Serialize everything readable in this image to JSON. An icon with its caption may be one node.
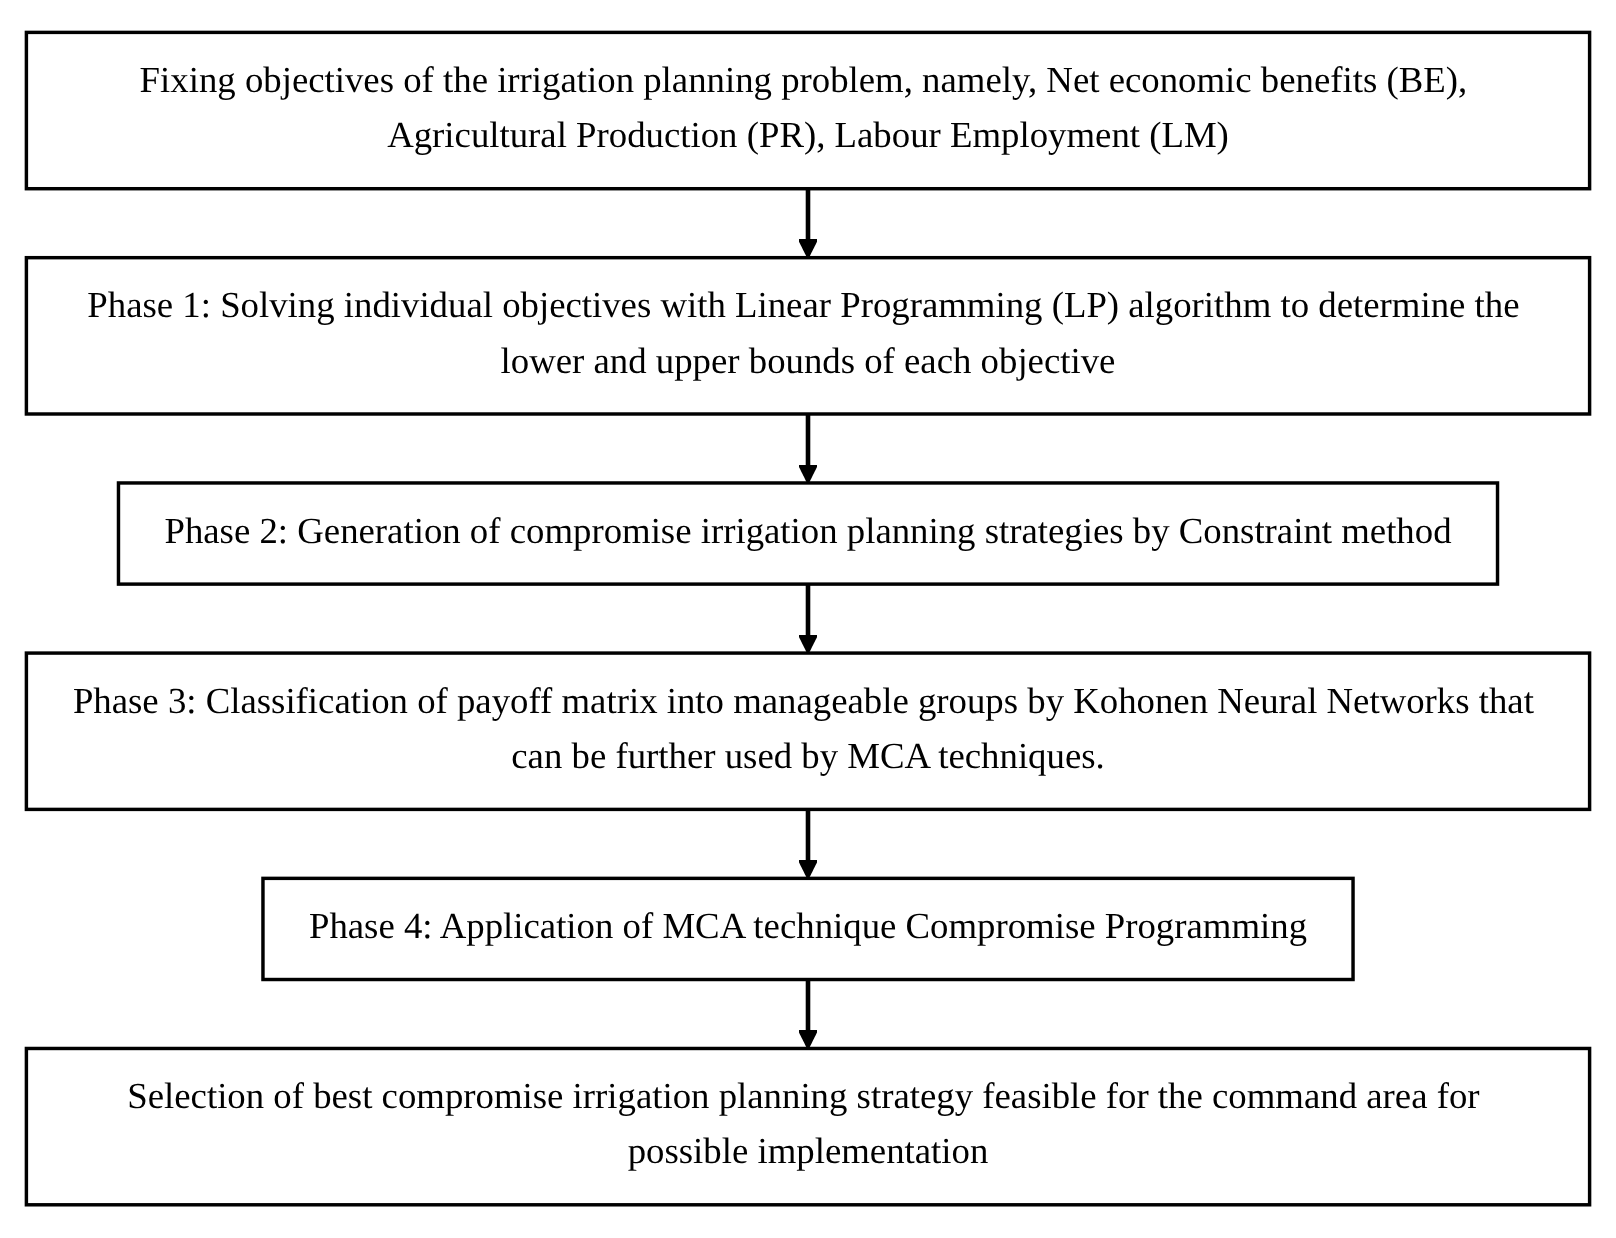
{
  "diagram": {
    "nodes": [
      {
        "text": [
          "Fixing objectives of the irrigation planning problem, namely, Net economic benefits (BE), Agricultural Production (PR), Labour Employment (LM)"
        ]
      },
      {
        "text": [
          "Phase 1: Solving individual objectives with Linear Programming (LP) algorithm to determine the lower and upper bounds of each objective"
        ]
      },
      {
        "text": [
          "Phase 2: Generation of compromise irrigation planning strategies by Constraint method"
        ]
      },
      {
        "text": [
          "Phase 3: Classification of payoff matrix into manageable groups by Kohonen Neural Networks that can be further used by MCA techniques."
        ]
      },
      {
        "text": [
          "Phase 4: Application of MCA technique Compromise Programming"
        ]
      },
      {
        "text": [
          "Selection of best compromise irrigation planning strategy feasible for the command area for possible implementation"
        ]
      }
    ],
    "edges": [
      {
        "from": 0,
        "to": 1,
        "arrow": "to"
      },
      {
        "from": 1,
        "to": 2,
        "arrow": "to"
      },
      {
        "from": 2,
        "to": 3,
        "arrow": "to"
      },
      {
        "from": 3,
        "to": 4,
        "arrow": "to"
      },
      {
        "from": 4,
        "to": 5,
        "arrow": "to"
      }
    ]
  }
}
